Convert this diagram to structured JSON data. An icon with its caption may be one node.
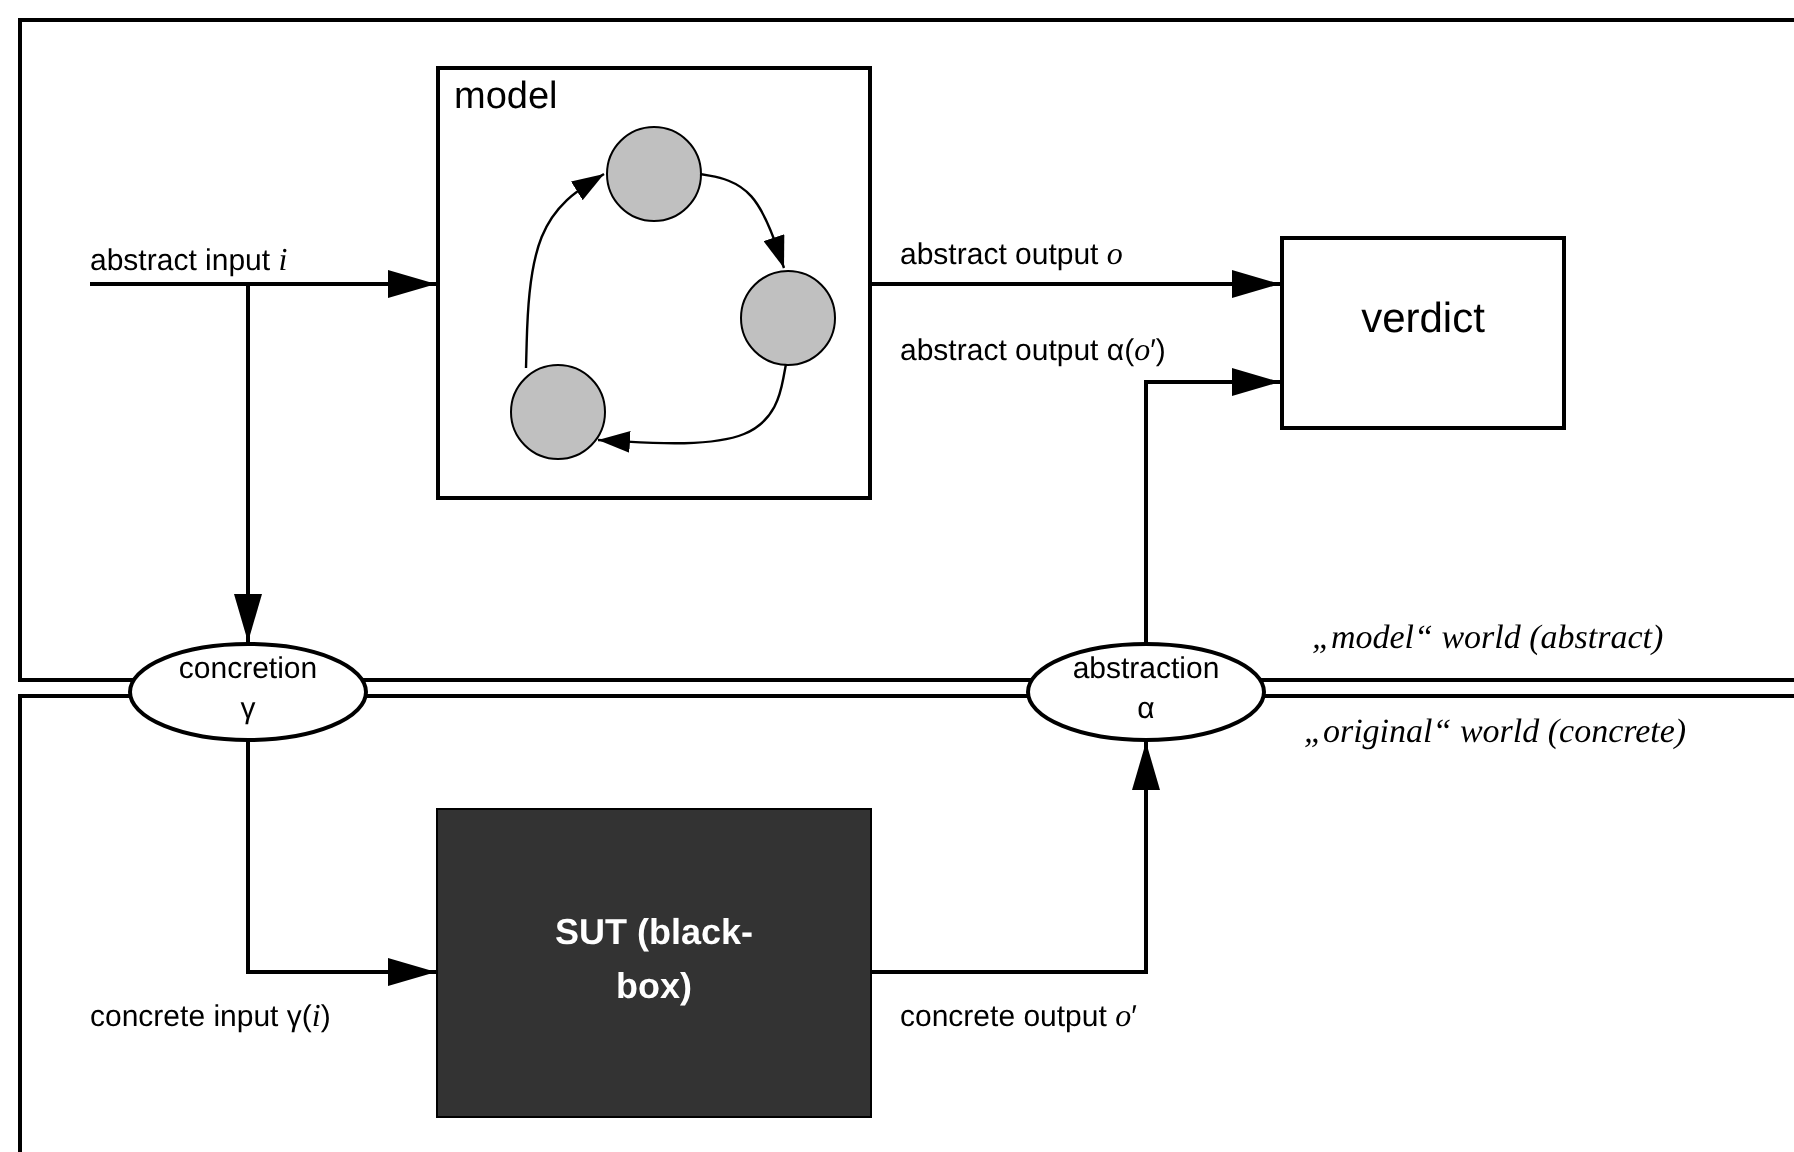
{
  "diagram": {
    "nodes": [
      {
        "text": [
          "model"
        ]
      },
      {
        "text": [],
        "shape": "circle",
        "in": 0
      },
      {
        "text": [],
        "shape": "circle",
        "in": 0
      },
      {
        "text": [],
        "shape": "circle",
        "in": 0
      },
      {
        "text": [
          "verdict"
        ]
      },
      {
        "text": [
          "concretion γ"
        ]
      },
      {
        "text": [
          "abstraction α"
        ]
      },
      {
        "text": [
          "SUT (black-box)"
        ]
      }
    ],
    "edges": [
      {
        "from": null,
        "to": 0,
        "arrow": "to",
        "label": "abstract input *i*"
      },
      {
        "from": null,
        "to": 5,
        "arrow": "to"
      },
      {
        "from": 1,
        "to": 2,
        "arrow": "to"
      },
      {
        "from": 2,
        "to": 3,
        "arrow": "to"
      },
      {
        "from": 3,
        "to": 1,
        "arrow": "to"
      },
      {
        "from": 0,
        "to": 4,
        "arrow": "to",
        "label": "abstract output *o*"
      },
      {
        "from": 6,
        "to": 4,
        "arrow": "to",
        "label": "abstract output α(*o*′)"
      },
      {
        "from": 5,
        "to": 7,
        "arrow": "to",
        "label": "concrete input γ(*i*)"
      },
      {
        "from": 7,
        "to": 6,
        "arrow": "to",
        "label": "concrete output *o*′"
      }
    ],
    "labels": [
      "„model“ world (abstract)",
      "„original“ world (concrete)"
    ]
  }
}
